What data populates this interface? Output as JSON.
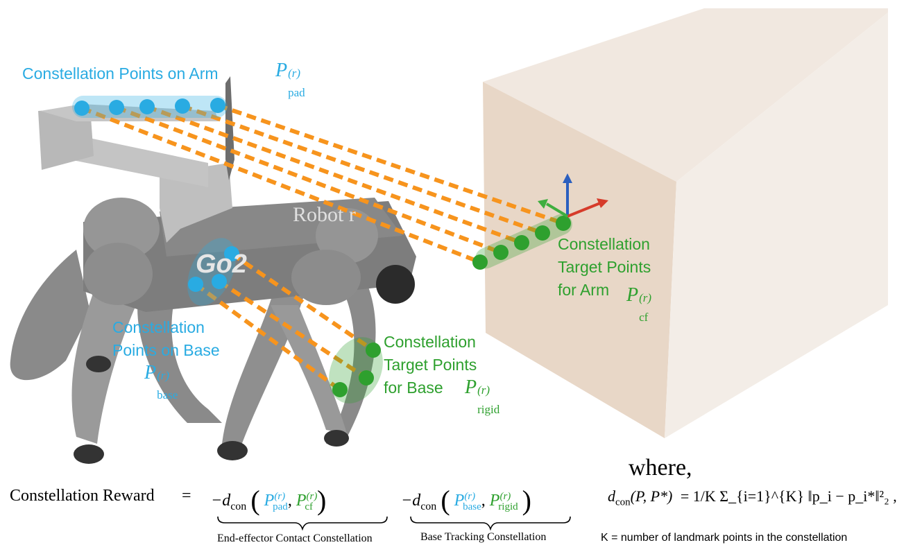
{
  "labels": {
    "arm_points": "Constellation Points on Arm",
    "arm_points_symbol": {
      "base": "P",
      "sup": "(r)",
      "sub": "pad"
    },
    "target_arm_line1": "Constellation",
    "target_arm_line2": "Target Points",
    "target_arm_line3": "for Arm",
    "target_arm_symbol": {
      "base": "P",
      "sup": "(r)",
      "sub": "cf"
    },
    "base_points_line1": "Constellation",
    "base_points_line2": "Points on Base",
    "base_points_symbol": {
      "base": "P",
      "sup": "(r)",
      "sub": "base"
    },
    "target_base_line1": "Constellation",
    "target_base_line2": "Target Points",
    "target_base_line3": "for Base",
    "target_base_symbol": {
      "base": "P",
      "sup": "(r)",
      "sub": "rigid"
    },
    "robot_name": "Robot r",
    "robot_logo": "Go2"
  },
  "colors": {
    "source_points": "#29abe2",
    "target_points": "#2ea02e",
    "dashed_lines": "#f7941d",
    "box": "#eee2d8",
    "robot": "#8c8c8c"
  },
  "equation": {
    "lhs": "Constellation Reward",
    "equals": "=",
    "term1_prefix": "−d",
    "term1_sub": "con",
    "term1_args": [
      "P(r) pad",
      "P(r) cf"
    ],
    "term1_underbrace": "End-effector Contact Constellation",
    "term2_prefix": "−d",
    "term2_sub": "con",
    "term2_args": [
      "P(r) base",
      "P(r) rigid"
    ],
    "term2_underbrace": "Base Tracking Constellation"
  },
  "definition": {
    "where": "where,",
    "formula_lhs": "d",
    "formula_lhs_sub": "con",
    "formula_lhs_args": "(P, P*)",
    "formula_rhs": "= 1/K Σ_{i=1}^{K} ‖p_i − p_i*‖²₂ ,",
    "note": "K = number of landmark points in the constellation"
  }
}
